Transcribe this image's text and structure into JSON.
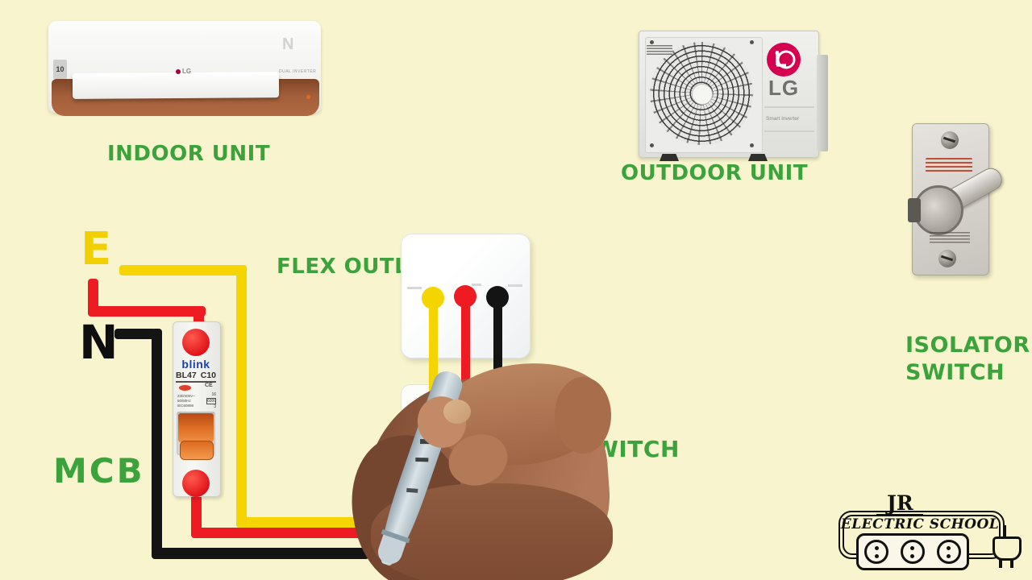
{
  "scene": {
    "background_color": "#f8f4cd",
    "label_color": "#3ca23c"
  },
  "labels": {
    "indoor_unit": "INDOOR UNIT",
    "outdoor_unit": "OUTDOOR UNIT",
    "flex_outlet": "FLEX OUTLET",
    "isolator_line1": "ISOLATOR",
    "isolator_line2": "SWITCH",
    "mcb": "MCB",
    "switch_partial": "WITCH",
    "earth": "E",
    "neutral": "N"
  },
  "indoor_unit": {
    "brand": "LG",
    "badge": "10",
    "series": "DUAL INVERTER",
    "corner_mark": "N"
  },
  "outdoor_unit": {
    "brand": "LG",
    "series": "Smart Inverter"
  },
  "mcb_device": {
    "brand": "blink",
    "model": "BL47",
    "rating": "C10",
    "specs": [
      "230/400V~",
      "50/60Hz",
      "IEC60898"
    ],
    "marks": [
      "CE",
      "16",
      "6000",
      "3"
    ]
  },
  "wires": {
    "earth_color": "#f5d500",
    "live_color": "#ee1b22",
    "neutral_color": "#141414"
  },
  "watermark": {
    "monogram": "JR",
    "name": "ELECTRIC SCHOOL"
  }
}
